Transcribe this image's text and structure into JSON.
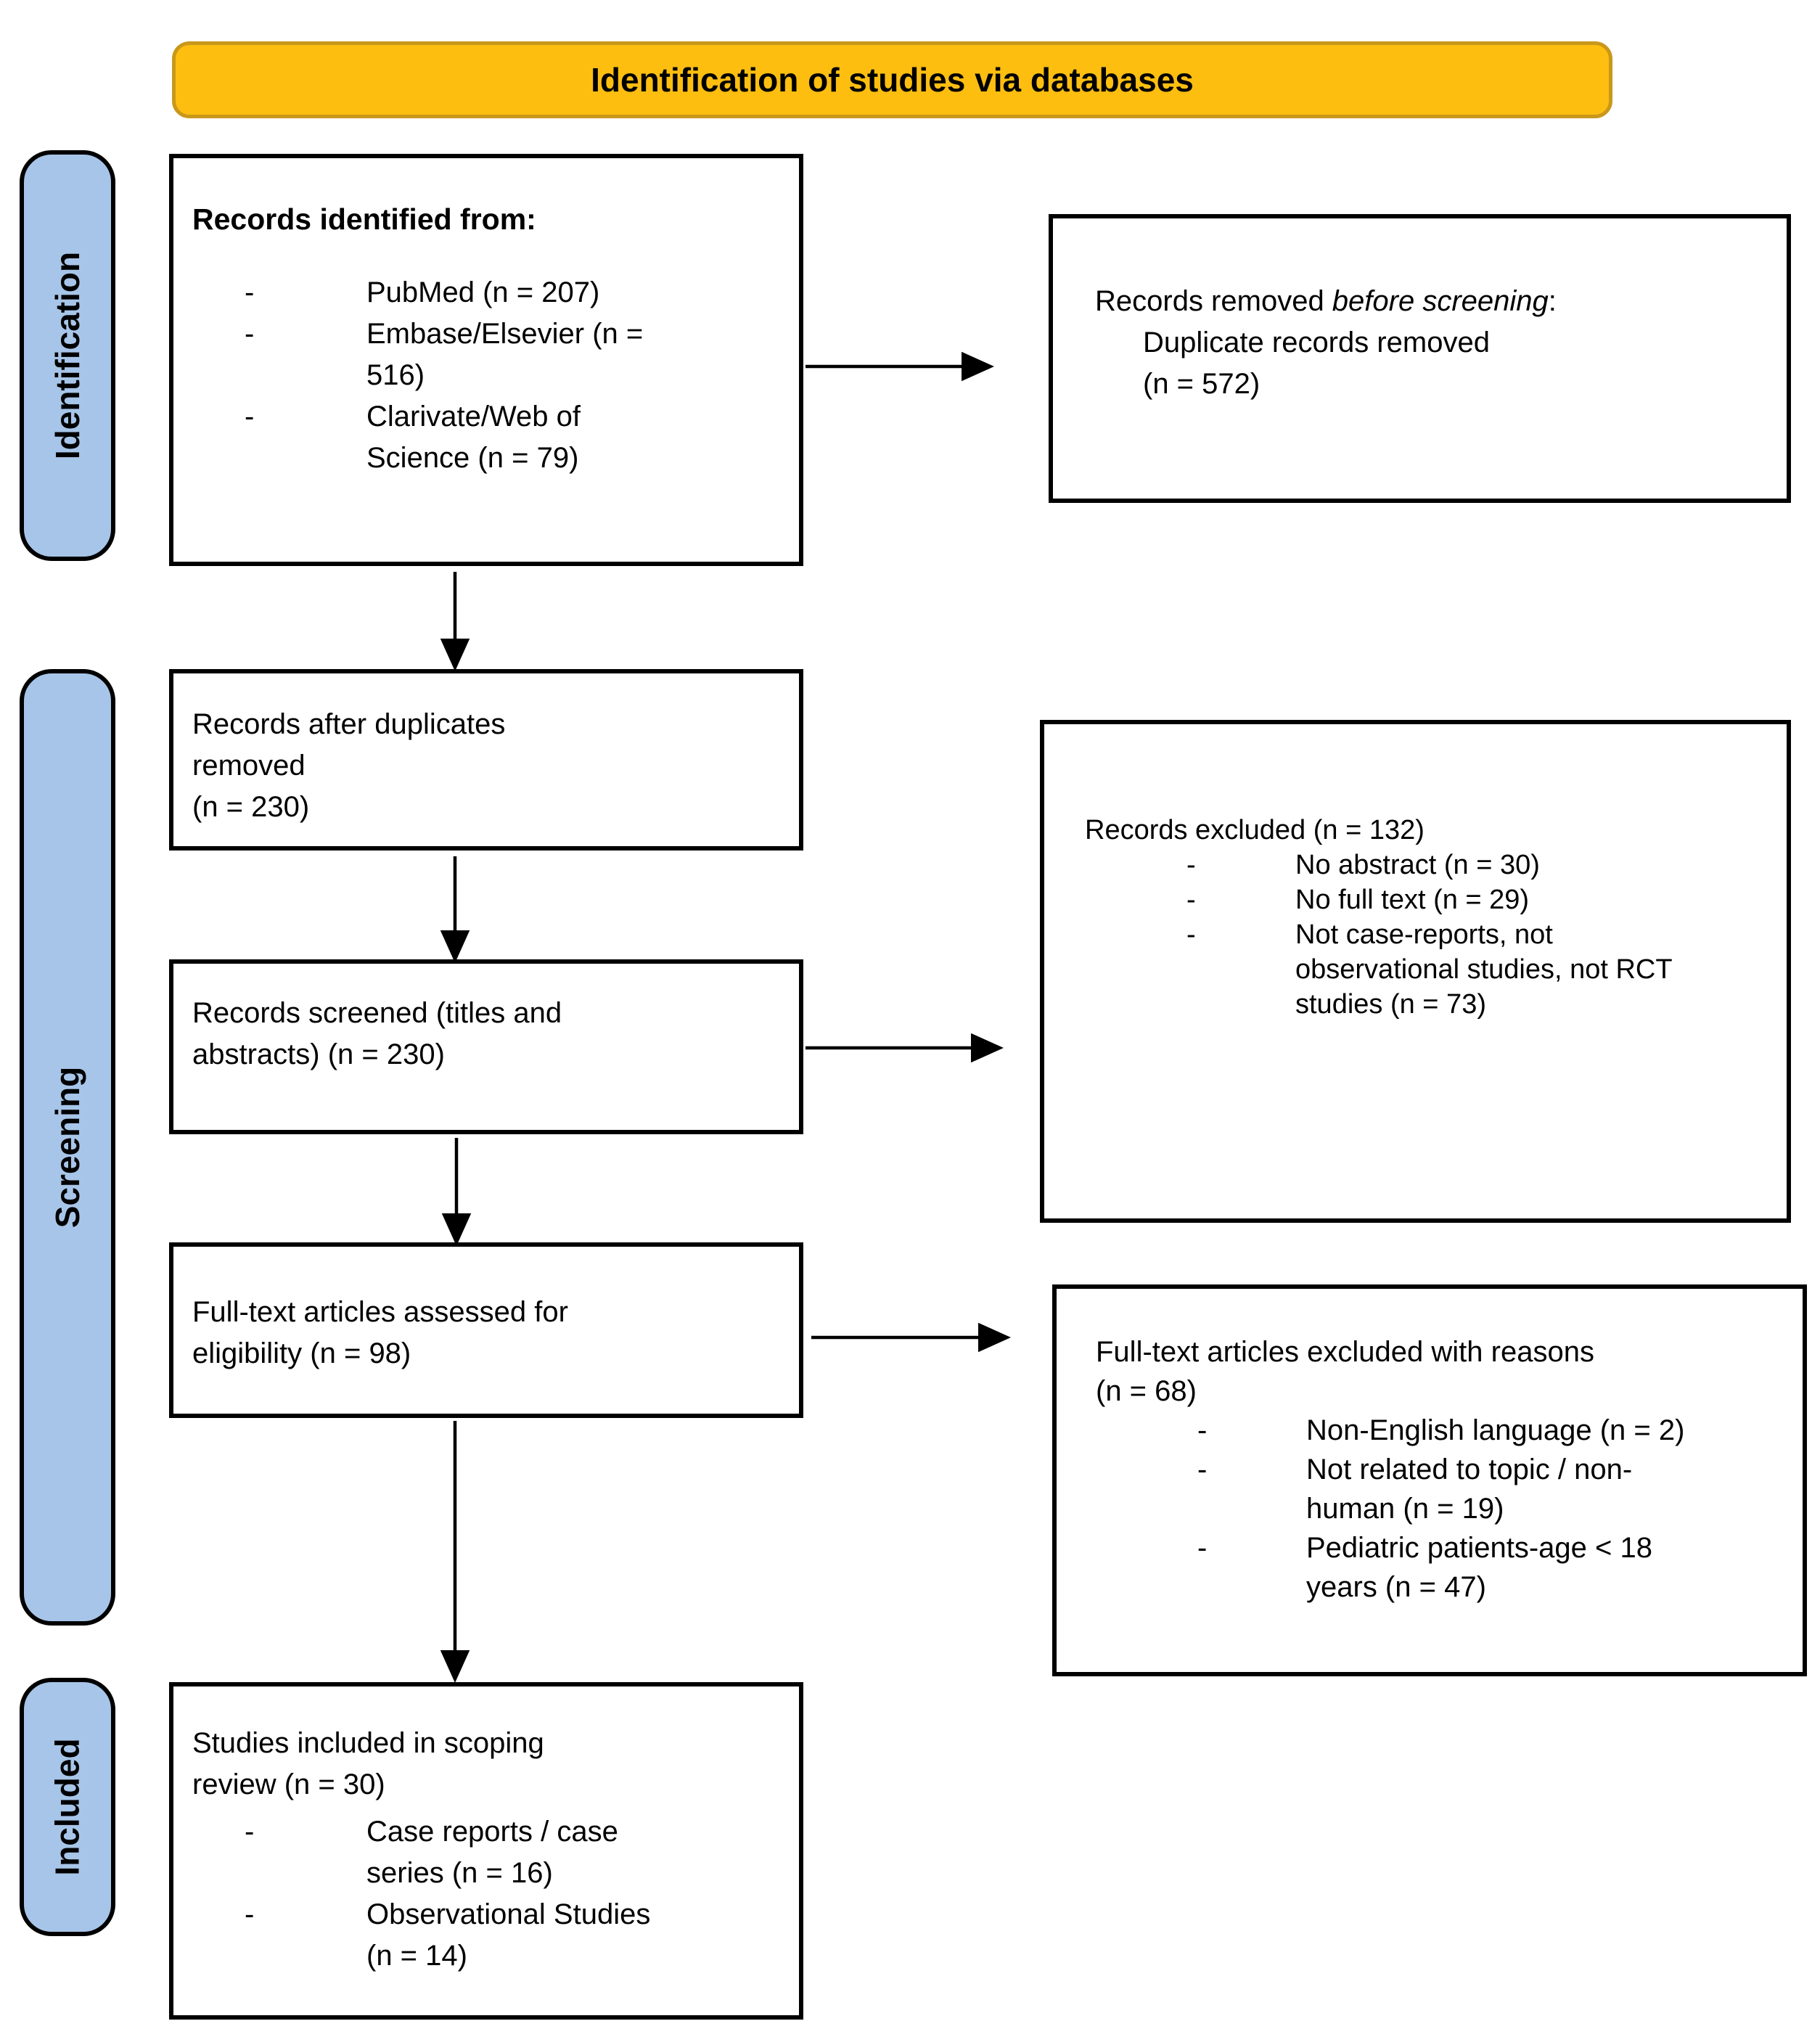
{
  "banner": {
    "title": "Identification of studies via databases"
  },
  "sidebar": {
    "identification_label": "Identification",
    "screening_label": "Screening",
    "included_label": "Included"
  },
  "bullet": "-",
  "flow": {
    "records_identified": {
      "heading": "Records identified from:",
      "items": [
        "PubMed (n = 207)",
        "Embase/Elsevier (n =\n516)",
        "Clarivate/Web of\nScience (n = 79)"
      ]
    },
    "records_removed": {
      "prefix": "Records removed ",
      "italic": "before screening",
      "suffix": ":",
      "detail": "Duplicate records removed",
      "count": "(n = 572)"
    },
    "after_duplicates": {
      "text": "Records after duplicates\nremoved\n(n = 230)"
    },
    "records_screened": {
      "text": "Records screened (titles and\nabstracts) (n = 230)"
    },
    "records_excluded": {
      "heading": "Records excluded (n = 132)",
      "items": [
        "No abstract (n = 30)",
        "No full text (n = 29)",
        "Not case-reports, not\nobservational studies, not RCT\nstudies (n = 73)"
      ]
    },
    "fulltext_assessed": {
      "text": "Full-text articles assessed for\neligibility (n = 98)"
    },
    "fulltext_excluded": {
      "heading": "Full-text articles excluded with reasons\n(n = 68)",
      "items": [
        "Non-English language (n = 2)",
        "Not related to topic / non-\nhuman (n = 19)",
        "Pediatric patients-age < 18\nyears (n = 47)"
      ]
    },
    "studies_included": {
      "heading": "Studies included in scoping\nreview (n = 30)",
      "items": [
        "Case reports / case\nseries (n = 16)",
        "Observational Studies\n(n = 14)"
      ]
    }
  },
  "colors": {
    "banner_bg": "#FDBE10",
    "banner_border": "#C9981B",
    "stage_bg": "#A7C5E8",
    "box_border": "#000000",
    "box_bg": "#FFFFFF",
    "text": "#000000"
  }
}
